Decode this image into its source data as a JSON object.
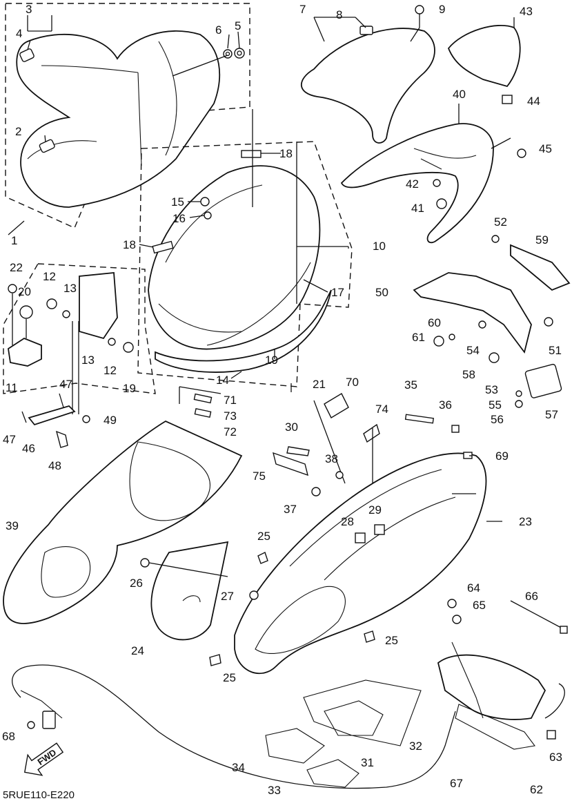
{
  "labels": {
    "l1": "1",
    "l2": "2",
    "l3": "3",
    "l4": "4",
    "l5": "5",
    "l6": "6",
    "l7": "7",
    "l8": "8",
    "l9": "9",
    "l10": "10",
    "l11": "11",
    "l12a": "12",
    "l12b": "12",
    "l13a": "13",
    "l13b": "13",
    "l14": "14",
    "l15": "15",
    "l16": "16",
    "l17": "17",
    "l18a": "18",
    "l18b": "18",
    "l19a": "19",
    "l19b": "19",
    "l20": "20",
    "l21": "21",
    "l22": "22",
    "l23": "23",
    "l24": "24",
    "l25a": "25",
    "l25b": "25",
    "l25c": "25",
    "l26": "26",
    "l27": "27",
    "l28": "28",
    "l29": "29",
    "l30": "30",
    "l31": "31",
    "l32": "32",
    "l33": "33",
    "l34": "34",
    "l35": "35",
    "l36": "36",
    "l37": "37",
    "l38": "38",
    "l39": "39",
    "l40": "40",
    "l41": "41",
    "l42": "42",
    "l43": "43",
    "l44": "44",
    "l45": "45",
    "l46": "46",
    "l47a": "47",
    "l47b": "47",
    "l48": "48",
    "l49": "49",
    "l50": "50",
    "l51": "51",
    "l52": "52",
    "l53": "53",
    "l54": "54",
    "l55": "55",
    "l56": "56",
    "l57": "57",
    "l58": "58",
    "l59": "59",
    "l60": "60",
    "l61": "61",
    "l62": "62",
    "l63": "63",
    "l64": "64",
    "l65": "65",
    "l66": "66",
    "l67": "67",
    "l68": "68",
    "l69": "69",
    "l70": "70",
    "l71": "71",
    "l72": "72",
    "l73": "73",
    "l74": "74",
    "l75": "75"
  },
  "diagram_code": "5RUE110-E220",
  "direction_arrow": "FWD"
}
